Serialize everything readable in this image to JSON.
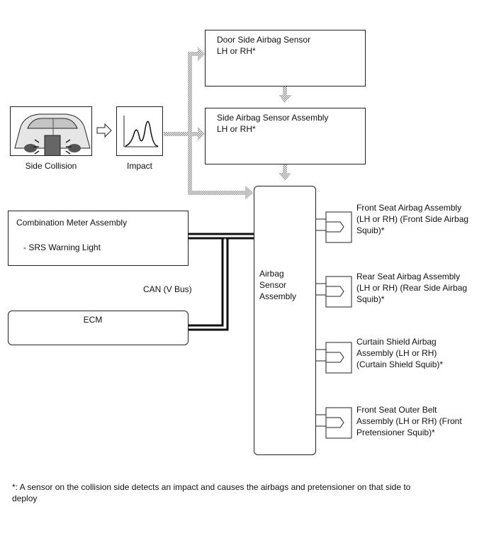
{
  "labels": {
    "side_collision": "Side Collision",
    "impact": "Impact",
    "door_sensor": "Door Side Airbag Sensor\nLH or RH*",
    "side_sensor": "Side Airbag Sensor Assembly\nLH or RH*",
    "combination_meter": "Combination Meter Assembly",
    "srs_light": "- SRS Warning Light",
    "can_bus": "CAN (V Bus)",
    "ecm": "ECM",
    "airbag_sensor": "Airbag\nSensor\nAssembly",
    "front_seat_airbag": "Front Seat Airbag Assembly\n(LH or RH) (Front Side Airbag\nSquib)*",
    "rear_seat_airbag": "Rear Seat Airbag Assembly\n(LH or RH) (Rear Side Airbag\nSquib)*",
    "curtain_airbag": "Curtain Shield Airbag\nAssembly (LH or RH)\n(Curtain Shield Squib)*",
    "pretensioner": "Front Seat Outer Belt\nAssembly (LH or RH) (Front\nPretensioner Squib)*",
    "footnote": "*: A sensor on the collision side detects an impact and causes the airbags and pretensioner on that side to\ndeploy"
  }
}
